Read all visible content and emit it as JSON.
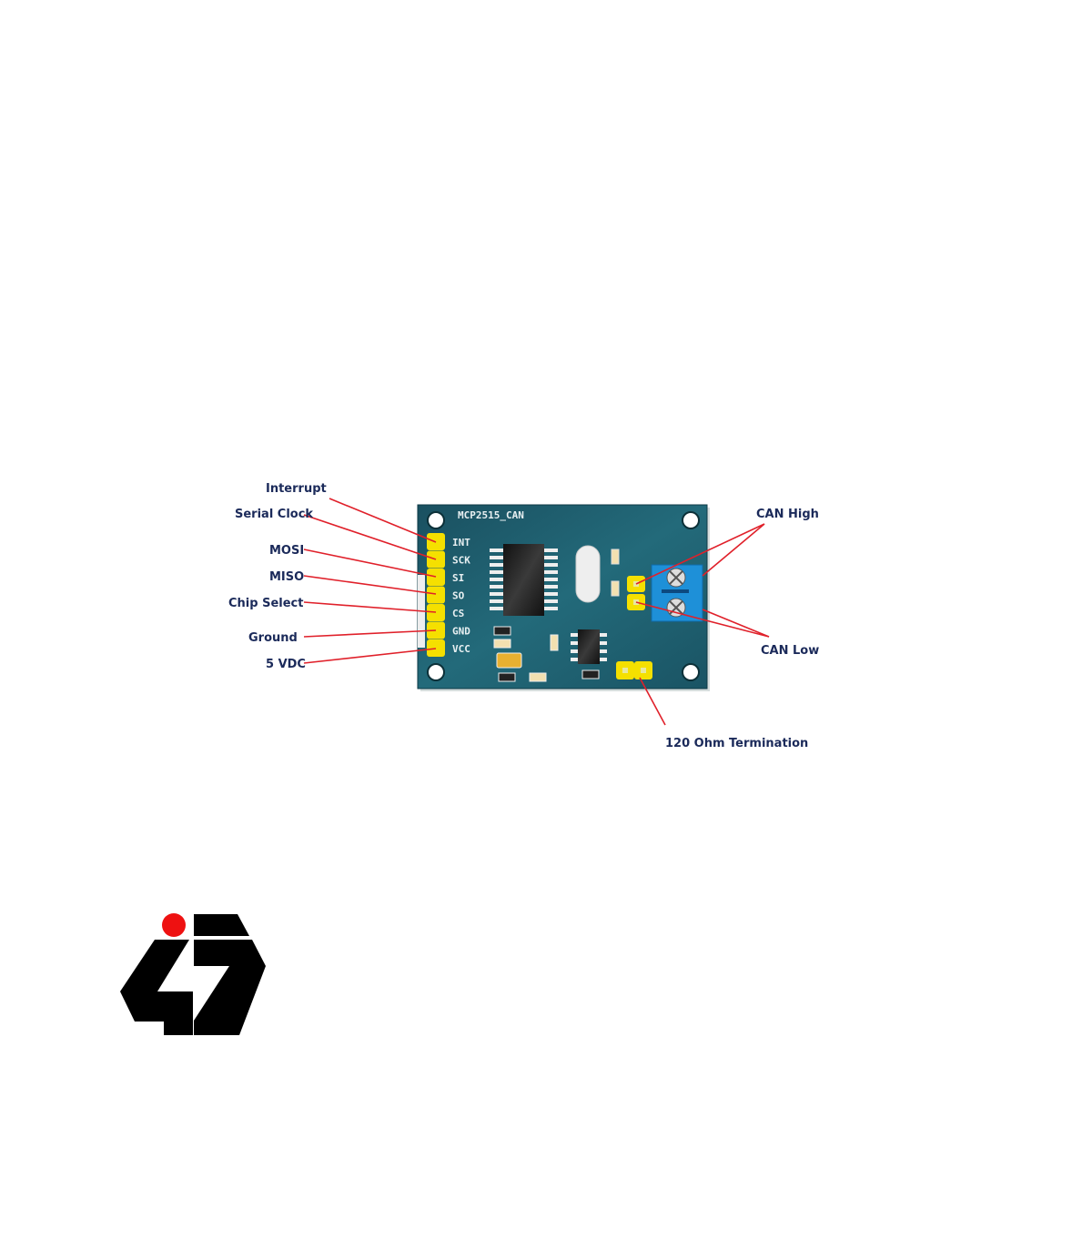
{
  "board": {
    "name": "MCP2515_CAN",
    "pins": [
      "INT",
      "SCK",
      "SI",
      "SO",
      "CS",
      "GND",
      "VCC"
    ],
    "board_color": "#1e5c6c",
    "pin_color": "#f5e000",
    "terminal_color": "#1e90d8"
  },
  "labels": {
    "left": [
      "Interrupt",
      "Serial Clock",
      "MOSI",
      "MISO",
      "Chip Select",
      "Ground",
      "5 VDC"
    ],
    "can_high": "CAN High",
    "can_low": "CAN Low",
    "termination": "120 Ohm Termination"
  },
  "colors": {
    "leader": "#e0202a",
    "label": "#1b2a5a",
    "logo_dot": "#ee1111"
  }
}
